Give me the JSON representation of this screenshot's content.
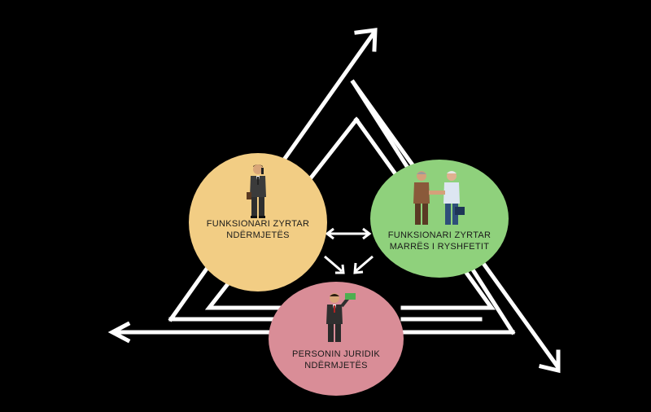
{
  "diagram": {
    "background": "#000000",
    "line_color": "#ffffff",
    "nodes": {
      "intermediary_official": {
        "line1": "FUNKSIONARI ZYRTAR",
        "line2": "NDËRMJETËS",
        "color": "#f2cd84",
        "icon": "businessman-phone-icon"
      },
      "receiving_official": {
        "line1": "FUNKSIONARI ZYRTAR",
        "line2": "MARRËS I RYSHFETIT",
        "color": "#8fd17c",
        "icon": "handshake-icon"
      },
      "legal_person": {
        "line1": "PERSONIN JURIDIK",
        "line2": "NDËRMJETËS",
        "color": "#d98d97",
        "icon": "businessman-money-icon"
      }
    }
  }
}
